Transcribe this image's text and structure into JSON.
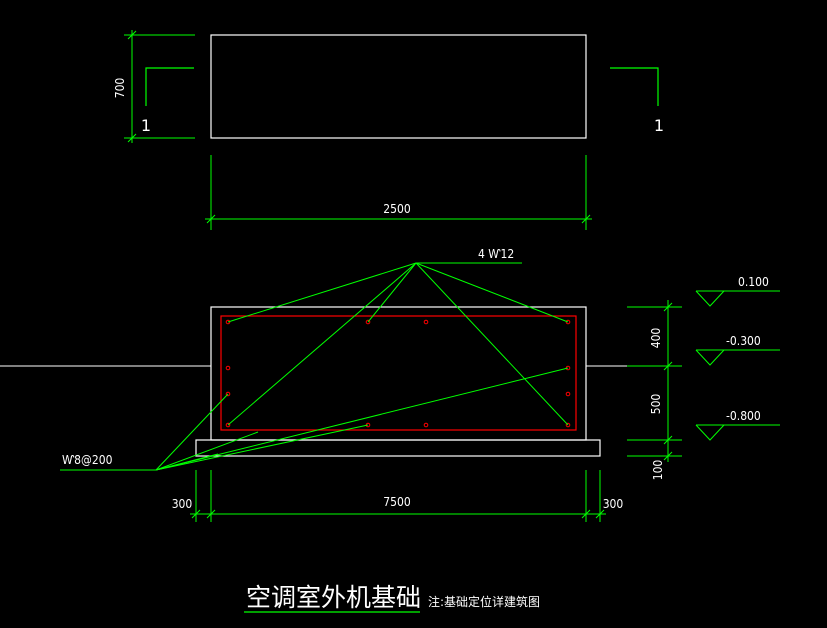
{
  "colors": {
    "background": "#000000",
    "outline": "#ffffff",
    "dimension": "#00ff00",
    "leader": "#00ff00",
    "rebar": "#ff0000"
  },
  "plan": {
    "height_dim": "700",
    "width_dim": "2500",
    "section_mark_left": "1",
    "section_mark_right": "1"
  },
  "section": {
    "top_rebar_label": "4 Ⱳ12",
    "stirrup_label": "Ⱳ8@200",
    "bottom_dims": [
      "300",
      "7500",
      "300"
    ],
    "right_dims": [
      "400",
      "500",
      "100"
    ],
    "elevations": [
      "0.100",
      "-0.300",
      "-0.800"
    ]
  },
  "title": {
    "main": "空调室外机基础",
    "note": "注:基础定位详建筑图"
  }
}
